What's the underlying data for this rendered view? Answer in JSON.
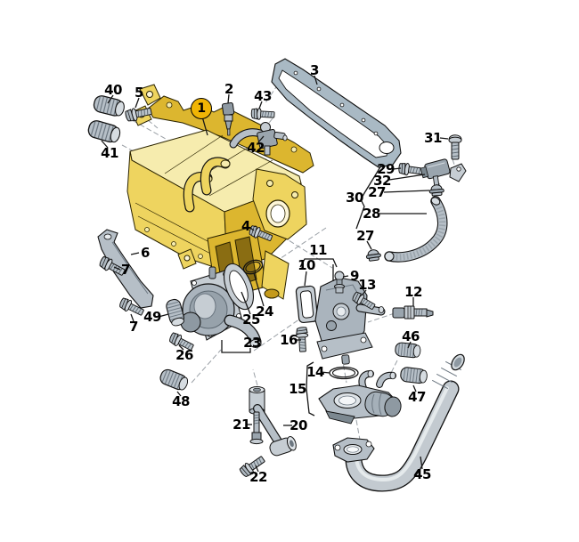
{
  "diagram": {
    "kind": "exploded-parts-diagram",
    "subject": "intake-manifold-assembly",
    "colors": {
      "background": "#ffffff",
      "highlighted_part_yellow": "#eed45f",
      "callout_badge_amber": "#f0b505",
      "part_gray": "#b6bfc7",
      "outline": "#000000",
      "guide_line_gray": "#9aa0a6"
    },
    "callouts": [
      {
        "text": "40"
      },
      {
        "text": "5"
      },
      {
        "text": "1"
      },
      {
        "text": "2"
      },
      {
        "text": "43"
      },
      {
        "text": "42"
      },
      {
        "text": "3"
      },
      {
        "text": "31"
      },
      {
        "text": "29"
      },
      {
        "text": "32"
      },
      {
        "text": "27"
      },
      {
        "text": "30"
      },
      {
        "text": "28"
      },
      {
        "text": "27"
      },
      {
        "text": "41"
      },
      {
        "text": "6"
      },
      {
        "text": "7"
      },
      {
        "text": "7"
      },
      {
        "text": "49"
      },
      {
        "text": "26"
      },
      {
        "text": "48"
      },
      {
        "text": "4"
      },
      {
        "text": "24"
      },
      {
        "text": "25"
      },
      {
        "text": "23"
      },
      {
        "text": "11"
      },
      {
        "text": "10"
      },
      {
        "text": "9"
      },
      {
        "text": "13"
      },
      {
        "text": "12"
      },
      {
        "text": "16"
      },
      {
        "text": "14"
      },
      {
        "text": "15"
      },
      {
        "text": "46"
      },
      {
        "text": "47"
      },
      {
        "text": "21"
      },
      {
        "text": "20"
      },
      {
        "text": "22"
      },
      {
        "text": "45"
      }
    ]
  }
}
